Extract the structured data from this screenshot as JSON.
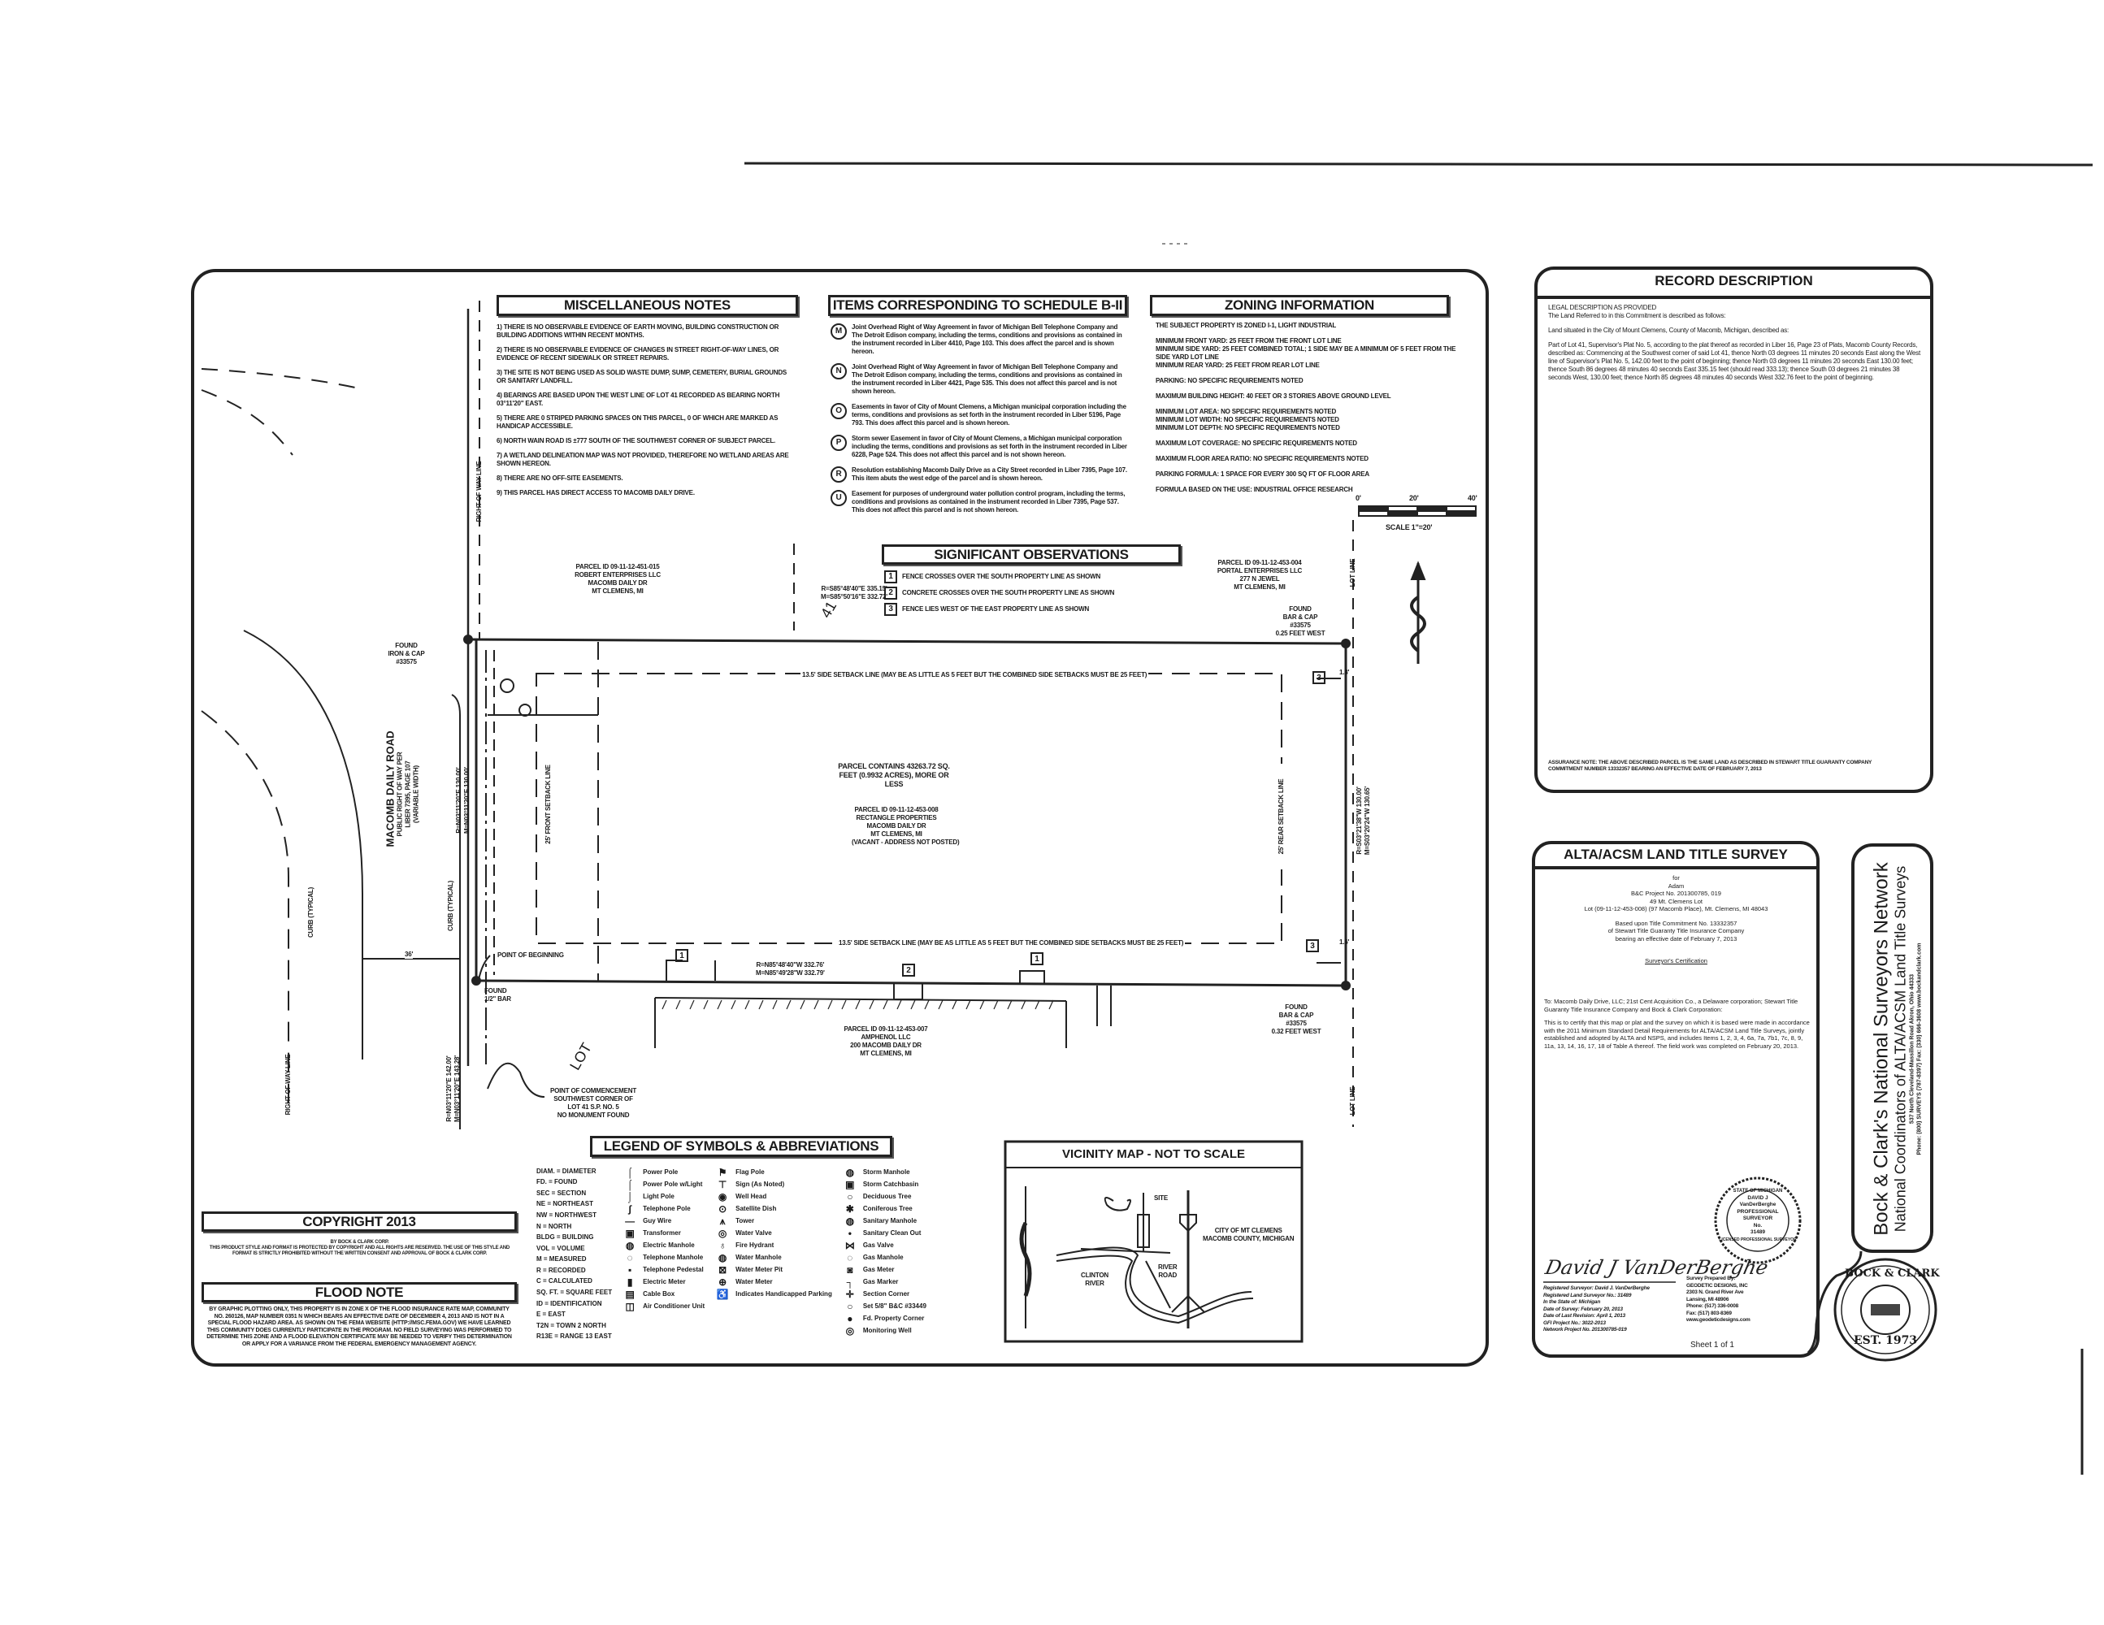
{
  "misc_notes": {
    "title": "MISCELLANEOUS NOTES",
    "items": [
      "1) THERE IS NO OBSERVABLE EVIDENCE OF EARTH MOVING, BUILDING CONSTRUCTION OR BUILDING ADDITIONS WITHIN RECENT MONTHS.",
      "2) THERE IS NO OBSERVABLE EVIDENCE OF CHANGES IN STREET RIGHT-OF-WAY LINES, OR EVIDENCE OF RECENT SIDEWALK OR STREET REPAIRS.",
      "3) THE SITE IS NOT BEING USED AS SOLID WASTE DUMP, SUMP, CEMETERY, BURIAL GROUNDS OR SANITARY LANDFILL.",
      "4) BEARINGS ARE BASED UPON THE WEST LINE OF LOT 41 RECORDED AS BEARING NORTH 03°11'20\" EAST.",
      "5) THERE ARE 0 STRIPED PARKING SPACES ON THIS PARCEL, 0 OF WHICH ARE MARKED AS HANDICAP ACCESSIBLE.",
      "6) NORTH WAIN ROAD IS ±777 SOUTH OF THE SOUTHWEST CORNER OF SUBJECT PARCEL.",
      "7) A WETLAND DELINEATION MAP WAS NOT PROVIDED, THEREFORE NO WETLAND AREAS ARE SHOWN HEREON.",
      "8) THERE ARE NO OFF-SITE EASEMENTS.",
      "9) THIS PARCEL HAS DIRECT ACCESS TO MACOMB DAILY DRIVE."
    ]
  },
  "schedule_b": {
    "title": "ITEMS CORRESPONDING TO SCHEDULE B-II",
    "items": [
      {
        "letter": "M",
        "text": "Joint Overhead Right of Way Agreement in favor of Michigan Bell Telephone Company and The Detroit Edison company, including the terms, conditions and provisions as contained in the instrument recorded in Liber 4410, Page 103. This does affect the parcel and is shown hereon."
      },
      {
        "letter": "N",
        "text": "Joint Overhead Right of Way Agreement in favor of Michigan Bell Telephone Company and The Detroit Edison company, including the terms, conditions and provisions as contained in the instrument recorded in Liber 4421, Page 535. This does not affect this parcel and is not shown hereon."
      },
      {
        "letter": "O",
        "text": "Easements in favor of City of Mount Clemens, a Michigan municipal corporation including the terms, conditions and provisions as set forth in the instrument recorded in Liber 5196, Page 793. This does affect this parcel and is shown hereon."
      },
      {
        "letter": "P",
        "text": "Storm sewer Easement in favor of City of Mount Clemens, a Michigan municipal corporation including the terms, conditions and provisions as set forth in the instrument recorded in Liber 6228, Page 524. This does not affect this parcel and is not shown hereon."
      },
      {
        "letter": "R",
        "text": "Resolution establishing Macomb Daily Drive as a City Street recorded in Liber 7395, Page 107. This item abuts the west edge of the parcel and is shown hereon."
      },
      {
        "letter": "U",
        "text": "Easement for purposes of underground water pollution control program, including the terms, conditions and provisions as contained in the instrument recorded in Liber 7395, Page 537. This does not affect this parcel and is not shown hereon."
      }
    ]
  },
  "zoning": {
    "title": "ZONING INFORMATION",
    "items": [
      "THE SUBJECT PROPERTY IS ZONED I-1, LIGHT INDUSTRIAL",
      "MINIMUM FRONT YARD: 25 FEET FROM THE FRONT LOT LINE\nMINIMUM SIDE YARD: 25 FEET COMBINED TOTAL; 1 SIDE MAY BE A MINIMUM OF 5 FEET FROM THE SIDE YARD LOT LINE\nMINIMUM REAR YARD: 25 FEET FROM REAR LOT LINE",
      "PARKING: NO SPECIFIC REQUIREMENTS NOTED",
      "MAXIMUM BUILDING HEIGHT: 40 FEET OR 3 STORIES ABOVE GROUND LEVEL",
      "MINIMUM LOT AREA: NO SPECIFIC REQUIREMENTS NOTED\nMINIMUM LOT WIDTH: NO SPECIFIC REQUIREMENTS NOTED\nMINIMUM LOT DEPTH: NO SPECIFIC REQUIREMENTS NOTED",
      "MAXIMUM LOT COVERAGE: NO SPECIFIC REQUIREMENTS NOTED",
      "MAXIMUM FLOOR AREA RATIO: NO SPECIFIC REQUIREMENTS NOTED",
      "PARKING FORMULA: 1 SPACE FOR EVERY 300 SQ FT OF FLOOR AREA",
      "FORMULA BASED ON THE USE: INDUSTRIAL OFFICE RESEARCH"
    ]
  },
  "scale": {
    "zero": "0'",
    "mid": "20'",
    "end": "40'",
    "label": "SCALE 1\"=20'"
  },
  "observations": {
    "title": "SIGNIFICANT OBSERVATIONS",
    "items": [
      {
        "num": "1",
        "text": "FENCE CROSSES OVER THE SOUTH PROPERTY LINE AS SHOWN"
      },
      {
        "num": "2",
        "text": "CONCRETE CROSSES OVER THE SOUTH PROPERTY LINE AS SHOWN"
      },
      {
        "num": "3",
        "text": "FENCE LIES WEST OF THE EAST PROPERTY LINE AS SHOWN"
      }
    ]
  },
  "plat": {
    "north_bearing_r": "R=S85°48'40\"E 335.15'",
    "north_bearing_m": "M=S85°50'16\"E 332.72'",
    "south_bearing_r": "R=N85°48'40\"W 332.76'",
    "south_bearing_m": "M=N85°49'28\"W 332.79'",
    "west_bearing_r": "R=N03°11'20\"E 130.00'",
    "west_bearing_m": "M=N03°11'20\"E 130.00'",
    "east_bearing_r": "R=S03°21'38\"W 130.00'",
    "east_bearing_m": "M=S03°20'24\"W 130.65'",
    "west_lower_r": "R=N03°11'20\"E 142.00'",
    "west_lower_m": "M=N03°11'20\"E 143.28'",
    "parcel_area": "PARCEL CONTAINS 43263.72 SQ. FEET (0.9932 ACRES), MORE OR LESS",
    "parcel_id": [
      "PARCEL ID 09-11-12-453-008",
      "RECTANGLE PROPERTIES",
      "MACOMB DAILY DR",
      "MT CLEMENS, MI",
      "(VACANT - ADDRESS NOT POSTED)"
    ],
    "north_neighbor": [
      "PARCEL ID 09-11-12-451-015",
      "ROBERT ENTERPRISES LLC",
      "MACOMB DAILY DR",
      "MT CLEMENS, MI"
    ],
    "ne_neighbor": [
      "PARCEL ID 09-11-12-453-004",
      "PORTAL ENTERPRISES LLC",
      "277 N JEWEL",
      "MT CLEMENS, MI"
    ],
    "south_neighbor": [
      "PARCEL ID 09-11-12-453-007",
      "AMPHENOL LLC",
      "200 MACOMB DAILY DR",
      "MT CLEMENS, MI"
    ],
    "road_name": "MACOMB DAILY ROAD",
    "road_sub": [
      "PUBLIC RIGHT OF WAY PER",
      "LIBER 7395, PAGE 107",
      "(VARIABLE WIDTH)"
    ],
    "curb": "CURB (TYPICAL)",
    "curb_width": "36'",
    "row_line": "RIGHT OF WAY LINE",
    "lot_line": "LOT LINE",
    "lot_label": "LOT",
    "lot_number": "41",
    "pob": "POINT OF BEGINNING",
    "poc": [
      "POINT OF COMMENCEMENT",
      "SOUTHWEST CORNER OF",
      "LOT 41 S.P. NO. 5",
      "NO MONUMENT FOUND"
    ],
    "found_nw": [
      "FOUND",
      "IRON & CAP",
      "#33575"
    ],
    "found_sw": [
      "FOUND",
      "1/2\" BAR"
    ],
    "found_ne": [
      "FOUND",
      "BAR & CAP",
      "#33575",
      "0.25 FEET WEST"
    ],
    "found_se": [
      "FOUND",
      "BAR & CAP",
      "#33575",
      "0.32 FEET WEST"
    ],
    "setback_side": "13.5' SIDE SETBACK LINE (MAY BE AS LITTLE AS 5 FEET BUT THE COMBINED SIDE SETBACKS MUST BE 25 FEET)",
    "setback_front": "25' FRONT SETBACK LINE",
    "setback_rear": "25' REAR SETBACK LINE",
    "offset_ne": "1.8'",
    "offset_se": "1.6'"
  },
  "legend": {
    "title": "LEGEND OF SYMBOLS & ABBREVIATIONS",
    "abbreviations": [
      "DIAM. = DIAMETER",
      "FD. = FOUND",
      "SEC = SECTION",
      "NE = NORTHEAST",
      "NW = NORTHWEST",
      "N = NORTH",
      "BLDG = BUILDING",
      "VOL = VOLUME",
      "M = MEASURED",
      "R = RECORDED",
      "C = CALCULATED",
      "SQ. FT. = SQUARE FEET",
      "ID = IDENTIFICATION",
      "E = EAST",
      "T2N = TOWN 2 NORTH",
      "R13E = RANGE 13 EAST"
    ],
    "col2": [
      "Power Pole",
      "Power Pole w/Light",
      "Light Pole",
      "Telephone Pole",
      "Guy Wire",
      "Transformer",
      "Electric Manhole",
      "Telephone Manhole",
      "Telephone Pedestal",
      "Electric Meter",
      "Cable Box",
      "Air Conditioner Unit"
    ],
    "col3": [
      "Flag Pole",
      "Sign (As Noted)",
      "Well Head",
      "Satellite Dish",
      "Tower",
      "Water Valve",
      "Fire Hydrant",
      "Water Manhole",
      "Water Meter Pit",
      "Water Meter",
      "Indicates Handicapped Parking"
    ],
    "col4": [
      "Storm Manhole",
      "Storm Catchbasin",
      "Deciduous Tree",
      "Coniferous Tree",
      "Sanitary Manhole",
      "Sanitary Clean Out",
      "Gas Valve",
      "Gas Manhole",
      "Gas Meter",
      "Gas Marker",
      "Section Corner",
      "Set 5/8\" B&C #33449",
      "Fd. Property Corner",
      "Monitoring Well"
    ]
  },
  "vicinity": {
    "title": "VICINITY MAP - NOT TO SCALE",
    "site": "SITE",
    "city": [
      "CITY OF MT CLEMENS",
      "MACOMB COUNTY, MICHIGAN"
    ],
    "river": [
      "CLINTON",
      "RIVER"
    ],
    "road": [
      "RIVER",
      "ROAD"
    ]
  },
  "copyright": {
    "title": "COPYRIGHT 2013",
    "by": "BY BOCK & CLARK CORP.",
    "text": "THIS PRODUCT STYLE AND FORMAT IS PROTECTED BY COPYRIGHT AND ALL RIGHTS ARE RESERVED. THE USE OF THIS STYLE AND FORMAT IS STRICTLY PROHIBITED WITHOUT THE WRITTEN CONSENT AND APPROVAL OF BOCK & CLARK CORP."
  },
  "flood": {
    "title": "FLOOD NOTE",
    "text": "BY GRAPHIC PLOTTING ONLY, THIS PROPERTY IS IN ZONE X OF THE FLOOD INSURANCE RATE MAP, COMMUNITY NO. 260126, MAP NUMBER 0351 N WHICH BEARS AN EFFECTIVE DATE OF DECEMBER 4, 2013 AND IS NOT IN A SPECIAL FLOOD HAZARD AREA. AS SHOWN ON THE FEMA WEBSITE (HTTP://MSC.FEMA.GOV) WE HAVE LEARNED THIS COMMUNITY DOES CURRENTLY PARTICIPATE IN THE PROGRAM. NO FIELD SURVEYING WAS PERFORMED TO DETERMINE THIS ZONE AND A FLOOD ELEVATION CERTIFICATE MAY BE NEEDED TO VERIFY THIS DETERMINATION OR APPLY FOR A VARIANCE FROM THE FEDERAL EMERGENCY MANAGEMENT AGENCY."
  },
  "record": {
    "title": "RECORD DESCRIPTION",
    "heading": "LEGAL DESCRIPTION AS PROVIDED",
    "intro": "The Land Referred to in this Commitment is described as follows:",
    "situated": "Land situated in the City of Mount Clemens, County of Macomb, Michigan, described as:",
    "body": "Part of Lot 41, Supervisor's Plat No. 5, according to the plat thereof as recorded in Liber 16, Page 23 of Plats, Macomb County Records, described as: Commencing at the Southwest corner of said Lot 41, thence North 03 degrees 11 minutes 20 seconds East along the West line of Supervisor's Plat No. 5, 142.00 feet to the point of beginning; thence North 03 degrees 11 minutes 20 seconds East 130.00 feet; thence South 86 degrees 48 minutes 40 seconds East 335.15 feet (should read 333.13); thence South 03 degrees 21 minutes 38 seconds West, 130.00 feet; thence North 85 degrees 48 minutes 40 seconds West 332.76 feet to the point of beginning.",
    "assurance": "ASSURANCE NOTE: THE ABOVE DESCRIBED PARCEL IS THE SAME LAND AS DESCRIBED IN STEWART TITLE GUARANTY COMPANY COMMITMENT NUMBER 13332357 BEARING AN EFFECTIVE DATE OF FEBRUARY 7, 2013"
  },
  "alta": {
    "title": "ALTA/ACSM LAND TITLE SURVEY",
    "for": "for",
    "client": "Adam",
    "project": "B&C Project No. 201300785, 019",
    "site_name": "49 Mt. Clemens Lot",
    "lot": "Lot (09-11-12-453-008) (97 Macomb Place), Mt. Clemens, MI 48043",
    "commitment": [
      "Based upon Title Commitment No. 13332357",
      "of Stewart Title Guaranty Title Insurance Company",
      "bearing an effective date of February 7, 2013"
    ],
    "cert_title": "Surveyor's Certification",
    "cert_to": "To: Macomb Daily Drive, LLC; 21st Cent Acquisition Co., a Delaware corporation; Stewart Title Guaranty Title Insurance Company and Bock & Clark Corporation:",
    "cert_body": "This is to certify that this map or plat and the survey on which it is based were made in accordance with the 2011 Minimum Standard Detail Requirements for ALTA/ACSM Land Title Surveys, jointly established and adopted by ALTA and NSPS, and includes Items 1, 2, 3, 4, 6a, 7a, 7b1, 7c, 8, 9, 11a, 13, 14, 16, 17, 18 of Table A thereof. The field work was completed on February 20, 2013.",
    "surveyor_lines": [
      "Registered Surveyor: David J. VanDerBerghe",
      "Registered Land Surveyor No.: 31489",
      "In the State of: Michigan",
      "Date of Survey: February 20, 2013",
      "Date of Last Revision: April 1, 2013",
      "GFI Project No.: 3022-2013",
      "Network Project No. 201300785-019"
    ],
    "prepared_lines": [
      "Survey Prepared By:",
      "GEODETIC DESIGNS, INC",
      "2303 N. Grand River Ave",
      "Lansing, MI 48906",
      "Phone: (517) 336-0008",
      "Fax: (517) 803-8369",
      "www.geodeticdesigns.com"
    ],
    "sheet": "Sheet 1 of 1",
    "signature": "David J VanDerBerghe"
  },
  "seal_michigan": {
    "ring": "STATE OF MICHIGAN",
    "name1": "DAVID J",
    "name2": "VanDerBerghe",
    "title1": "PROFESSIONAL",
    "title2": "SURVEYOR",
    "no": "No.",
    "num": "31489",
    "ring_bottom": "LICENSED PROFESSIONAL SURVEYOR"
  },
  "seal_bock": {
    "top": "BOCK & CLARK",
    "bottom": "EST. 1973"
  },
  "banner": {
    "line1": "Bock & Clark's National Surveyors Network",
    "line2": "National Coordinators of ALTA/ACSM Land Title Surveys",
    "line3": "537 North Cleveland-Massillon Road   Akron, Ohio 44333",
    "line4": "Phone: (800) SURVEYS (787-8397)  Fax: (330) 666-3608  www.bockandclark.com"
  }
}
